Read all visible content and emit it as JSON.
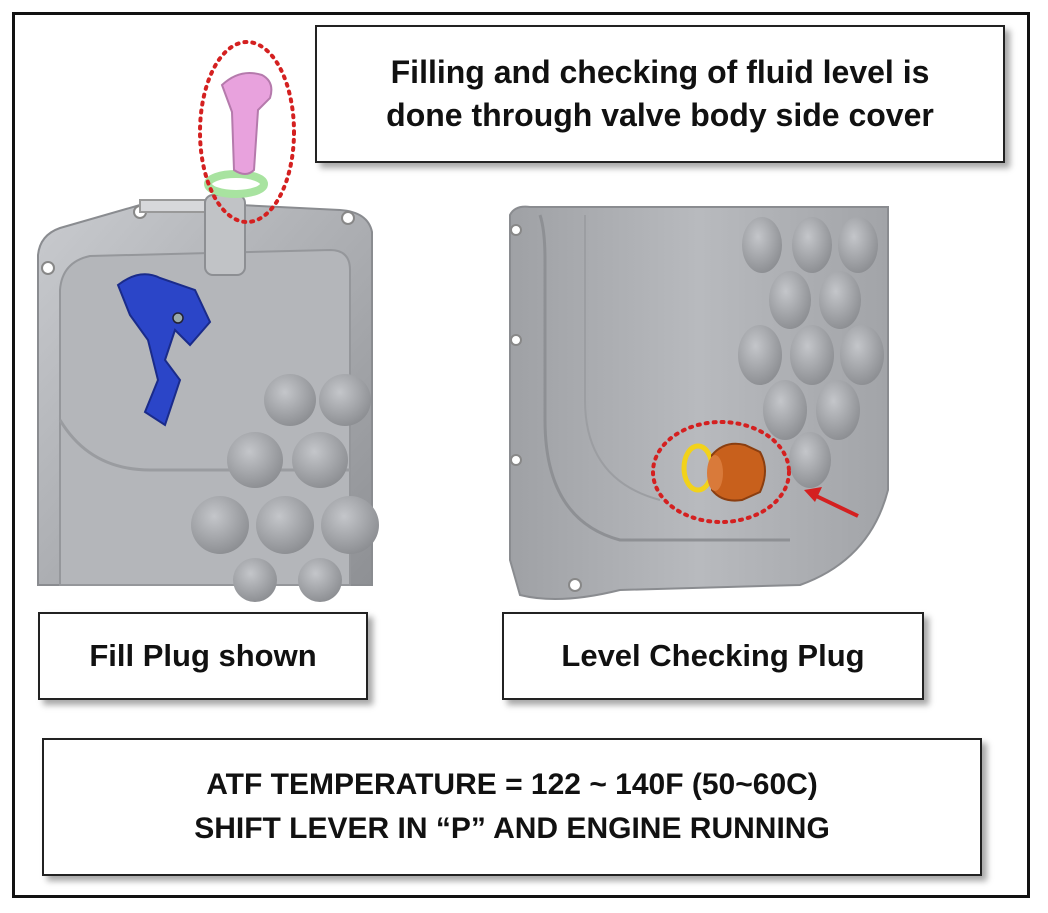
{
  "callouts": {
    "top_line1": "Filling and checking of fluid level is",
    "top_line2": "done through valve body side cover",
    "fill_plug": "Fill Plug shown",
    "level_plug": "Level Checking Plug",
    "bottom_line1": "ATF TEMPERATURE = 122 ~ 140F (50~60C)",
    "bottom_line2": "SHIFT LEVER IN “P” AND ENGINE RUNNING"
  },
  "colors": {
    "pan_gray": "#a9abaf",
    "fill_plug_pink": "#e8a2dd",
    "fill_plug_oring": "#a8e3a0",
    "bracket_blue": "#2b45c8",
    "level_plug_orange": "#c8601c",
    "level_oring_yellow": "#f2d21a",
    "highlight_red": "#d42020"
  }
}
